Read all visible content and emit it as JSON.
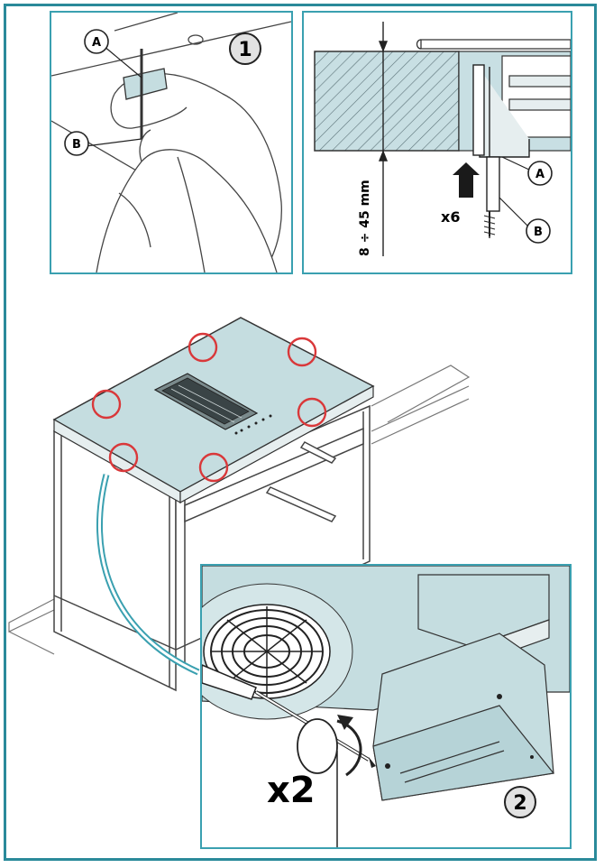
{
  "panel1": {
    "step": "1",
    "label_a": "A",
    "label_b": "B"
  },
  "panel2": {
    "label_a": "A",
    "label_b": "B",
    "dimension": "8 ÷ 45 mm",
    "multiplier": "x6"
  },
  "panel3": {
    "step": "2",
    "multiplier": "x2"
  },
  "colors": {
    "frame": "#2a8a9a",
    "glass": "#c5dde0",
    "hatch_fill": "#c8dfe3",
    "marker": "#d9383a",
    "arrow": "#1a1a1a"
  }
}
